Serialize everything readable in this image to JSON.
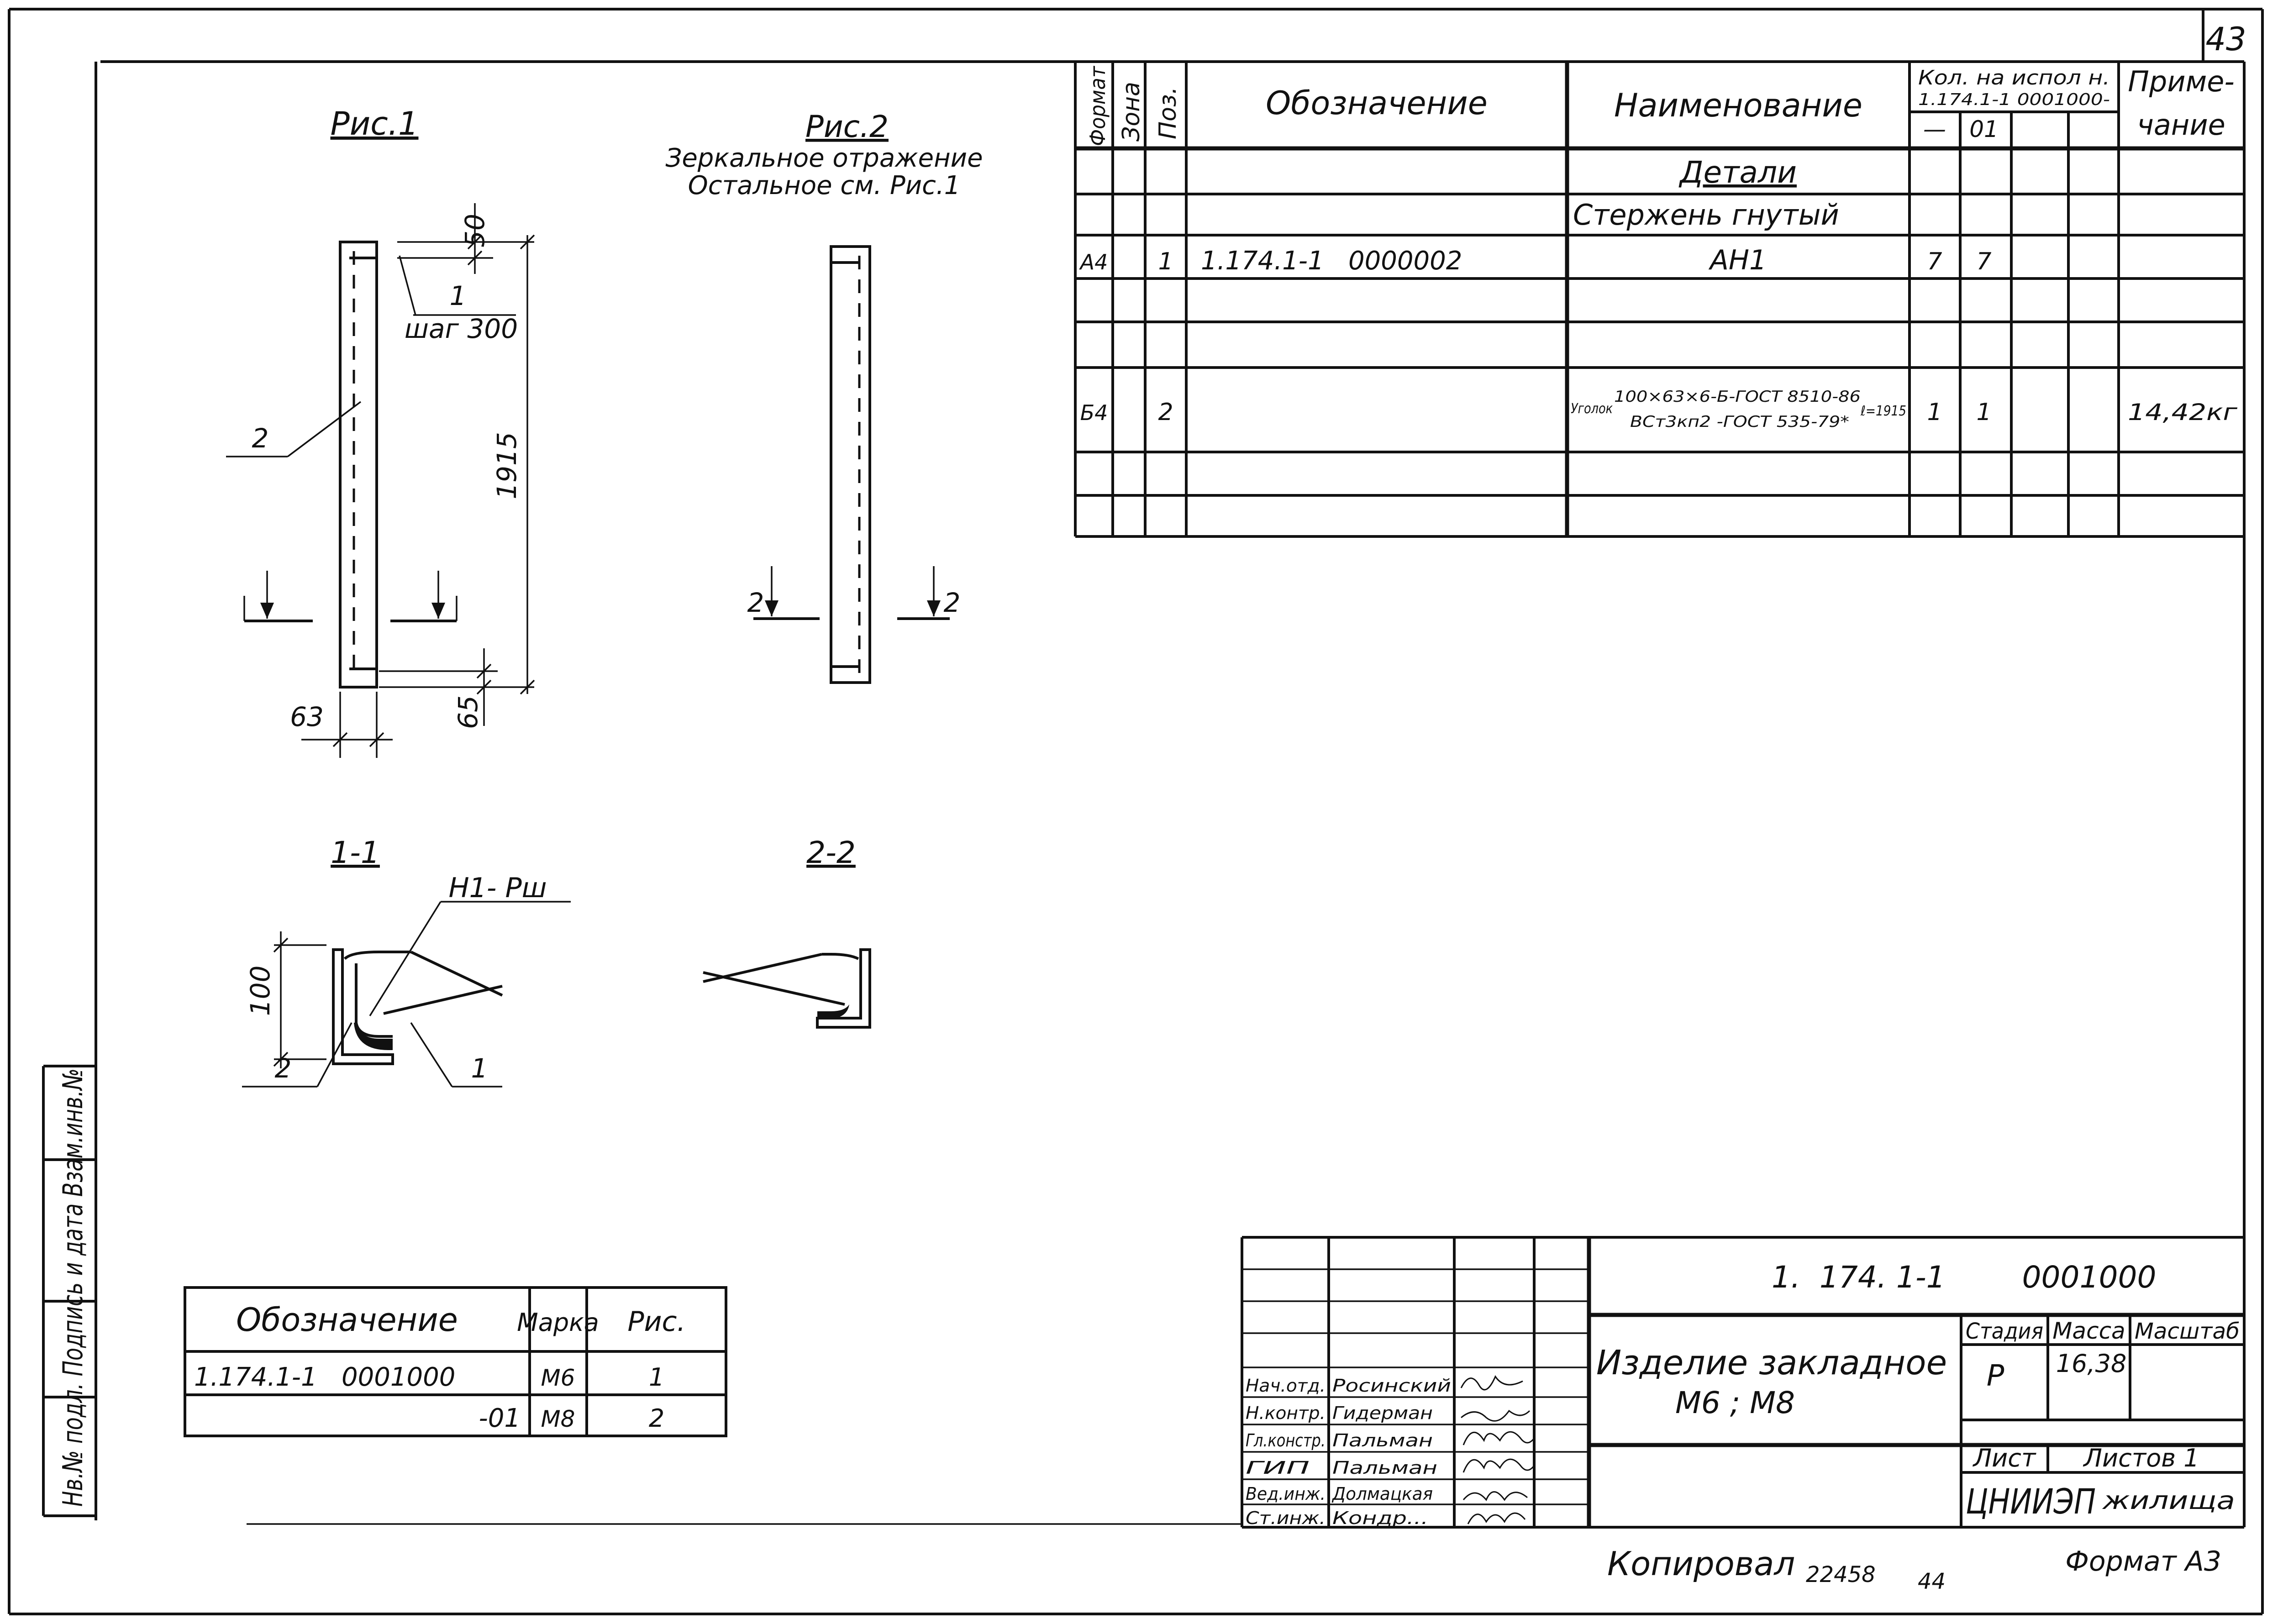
{
  "page_number": "43",
  "spec_table": {
    "headers": {
      "format": "Формат",
      "zone": "Зона",
      "pos": "Поз.",
      "designation": "Обозначение",
      "name": "Наименование",
      "qty_line1": "Кол. на испол н.",
      "qty_line2": "1.174.1-1   0001000-",
      "qty_col_a": "—",
      "qty_col_b": "01",
      "note_line1": "Приме-",
      "note_line2": "чание"
    },
    "section_title": "Детали",
    "group_title": "Стержень гнутый",
    "rows": [
      {
        "format": "А4",
        "zone": "",
        "pos": "1",
        "designation": "1.174.1-1   0000002",
        "name": "АН1",
        "qty_a": "7",
        "qty_b": "7",
        "note": ""
      },
      {
        "format": "Б4",
        "zone": "",
        "pos": "2",
        "designation": "",
        "name_prefix": "Уголок",
        "name_top": "100×63×6-Б-ГОСТ 8510-86",
        "name_bottom": "ВСт3кп2 -ГОСТ 535-79*",
        "name_suffix": "ℓ=1915",
        "qty_a": "1",
        "qty_b": "1",
        "note": "14,42кг"
      }
    ]
  },
  "drawing": {
    "fig1_title": "Рис.1",
    "fig2_title": "Рис.2",
    "fig2_note_line1": "Зеркальное отражение",
    "fig2_note_line2": "Остальное см. Рис.1",
    "dim_top": "50",
    "pitch_label": "шаг 300",
    "leader_1": "1",
    "leader_2": "2",
    "dim_length": "1915",
    "dim_bottom": "65",
    "dim_width": "63",
    "cut_2_left": "2",
    "cut_2_right": "2",
    "section_1_title": "1-1",
    "section_2_title": "2-2",
    "weld_label": "Н1- Рш",
    "dim_100": "100",
    "sec_leader_2": "2",
    "sec_leader_1": "1"
  },
  "mark_table": {
    "headers": {
      "designation": "Обозначение",
      "mark": "Марка",
      "fig": "Рис."
    },
    "rows": [
      {
        "designation": "1.174.1-1   0001000",
        "mark": "М6",
        "fig": "1"
      },
      {
        "designation": "-01",
        "mark": "М8",
        "fig": "2"
      }
    ]
  },
  "side_stamp": "Нв.№ подл.  Подпись и дата  Взам.инв.№",
  "title_block": {
    "doc_number": "1.  174. 1-1        0001000",
    "title_line1": "Изделие закладное",
    "title_line2": "М6 ; М8",
    "stage_label": "Стадия",
    "mass_label": "Масса",
    "scale_label": "Масштаб",
    "stage_value": "Р",
    "mass_value": "16,38",
    "sheet_label": "Лист",
    "sheets_label": "Листов 1",
    "org_name_a": "ЦНИИЭП",
    "org_name_b": "жилища",
    "people": [
      {
        "role": "Нач.отд.",
        "name": "Росинский"
      },
      {
        "role": "Н.контр.",
        "name": "Гидерман"
      },
      {
        "role": "Гл.констр.",
        "name": "Пальман"
      },
      {
        "role": "ГИП",
        "name": "Пальман"
      },
      {
        "role": "Вед.инж.",
        "name": "Долмацкая"
      },
      {
        "role": "Ст.инж.",
        "name": "Кондр..."
      }
    ]
  },
  "footer": {
    "copied": "Копировал",
    "number": "22458",
    "sheet_no": "44",
    "format": "Формат А3"
  }
}
